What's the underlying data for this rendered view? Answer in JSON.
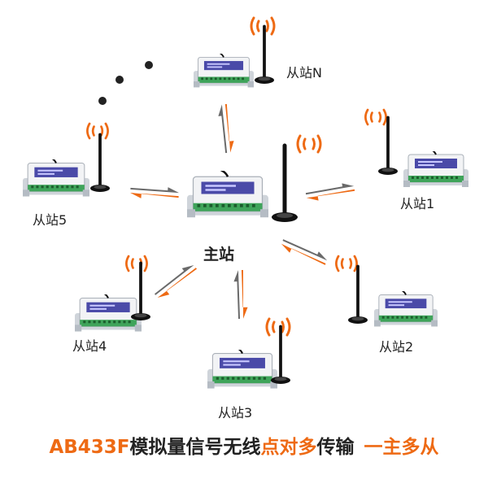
{
  "stations": {
    "main": {
      "label": "主站"
    },
    "n": {
      "label": "从站N"
    },
    "s1": {
      "label": "从站1"
    },
    "s2": {
      "label": "从站2"
    },
    "s3": {
      "label": "从站3"
    },
    "s4": {
      "label": "从站4"
    },
    "s5": {
      "label": "从站5"
    }
  },
  "title": {
    "model": "AB433F",
    "part1": "模拟量信号无线",
    "part2": "点对多",
    "part3": "传输",
    "part4": "一主多从"
  },
  "colors": {
    "accent": "#ee6a14",
    "dark": "#222222",
    "arrow_gray": "#6a6a6a",
    "device_blue": "#4a4aa8",
    "terminal_green": "#3fa45a"
  }
}
